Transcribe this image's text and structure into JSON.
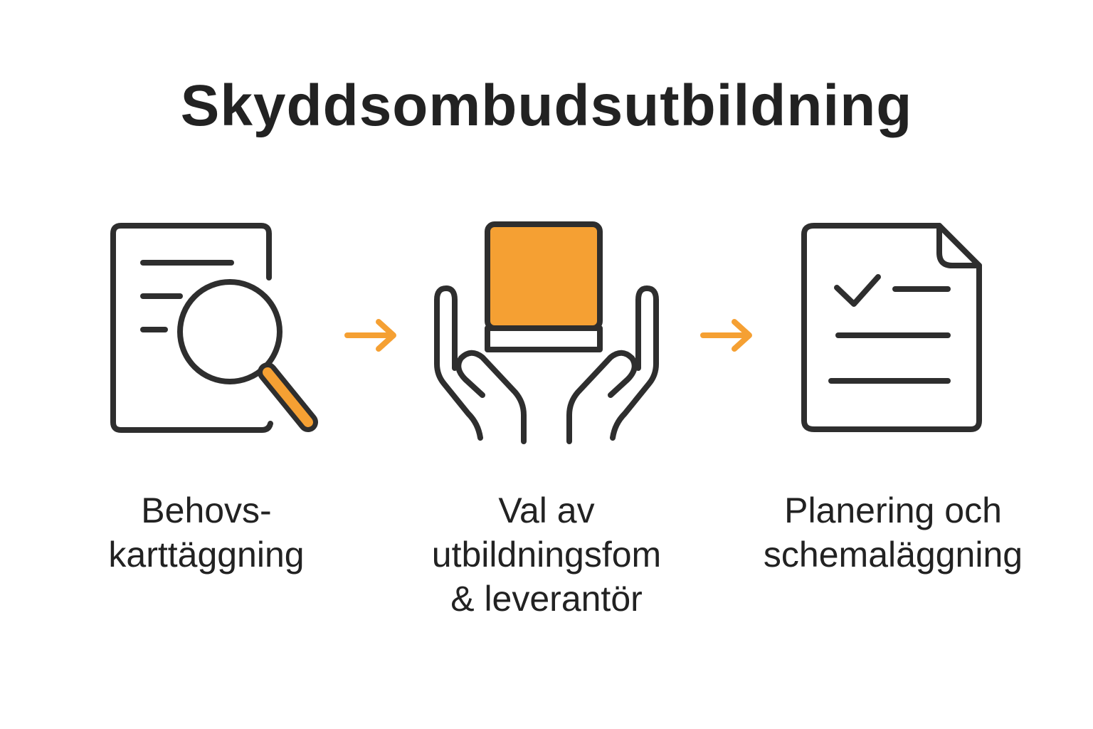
{
  "title": "Skyddsombudsutbildning",
  "colors": {
    "accent": "#F5A033",
    "stroke": "#2E2E2E",
    "text": "#222222",
    "background": "#FFFFFF"
  },
  "steps": [
    {
      "icon": "document-magnifier-icon",
      "label_lines": [
        "Behovs-",
        "karttäggning"
      ]
    },
    {
      "icon": "hands-holding-book-icon",
      "label_lines": [
        "Val av",
        "utbildningsfom",
        "& leverantör"
      ]
    },
    {
      "icon": "checklist-document-icon",
      "label_lines": [
        "Planering och",
        "schemaläggning"
      ]
    }
  ],
  "connectors": [
    "arrow-right-icon",
    "arrow-right-icon"
  ]
}
